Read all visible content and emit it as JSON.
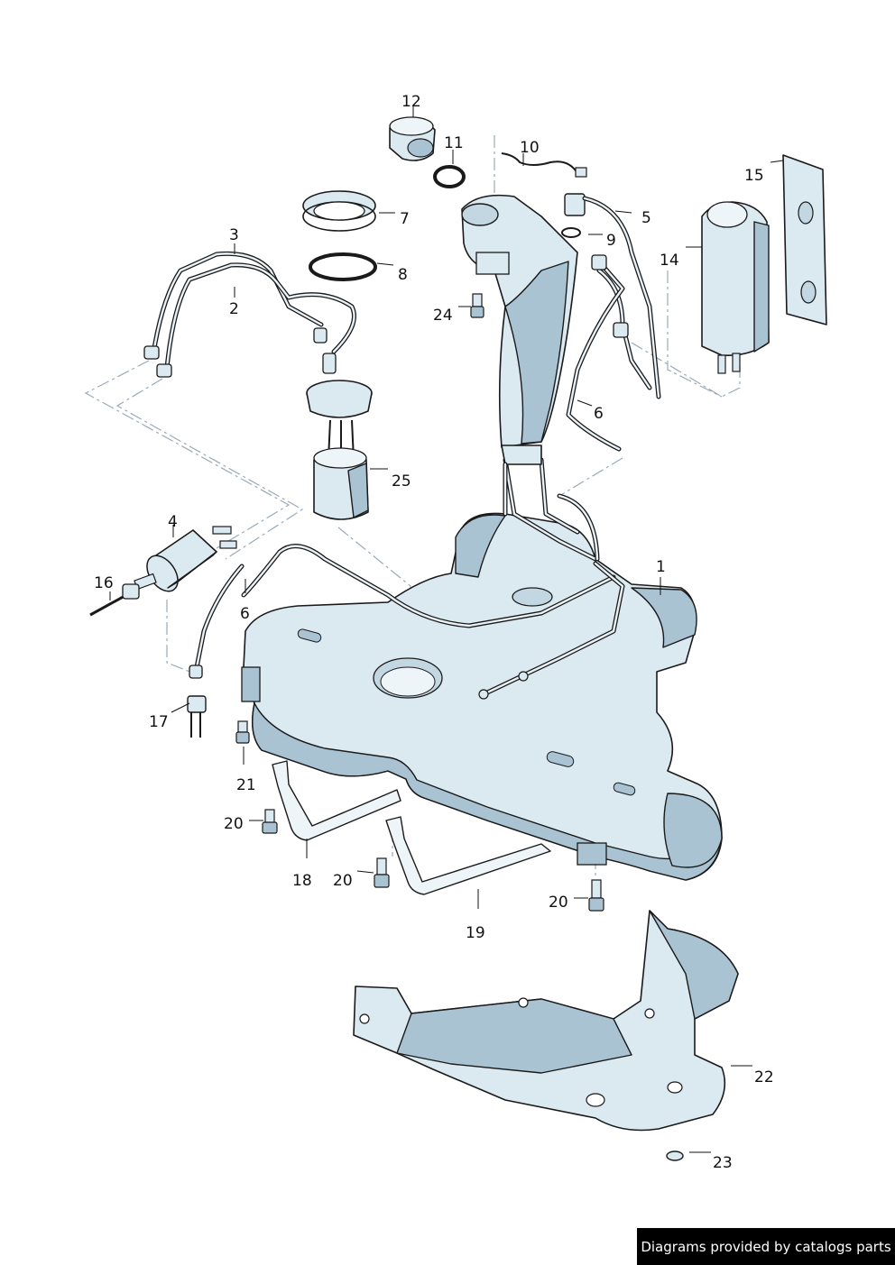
{
  "callouts": {
    "p1": "1",
    "p2": "2",
    "p3": "3",
    "p4": "4",
    "p5": "5",
    "p6a": "6",
    "p6b": "6",
    "p7": "7",
    "p8": "8",
    "p9": "9",
    "p10": "10",
    "p11": "11",
    "p12": "12",
    "p14": "14",
    "p15": "15",
    "p16": "16",
    "p17": "17",
    "p18": "18",
    "p19": "19",
    "p20a": "20",
    "p20b": "20",
    "p20c": "20",
    "p21": "21",
    "p22": "22",
    "p23": "23",
    "p24": "24",
    "p25": "25"
  },
  "credit": "Diagrams provided by catalogs parts"
}
